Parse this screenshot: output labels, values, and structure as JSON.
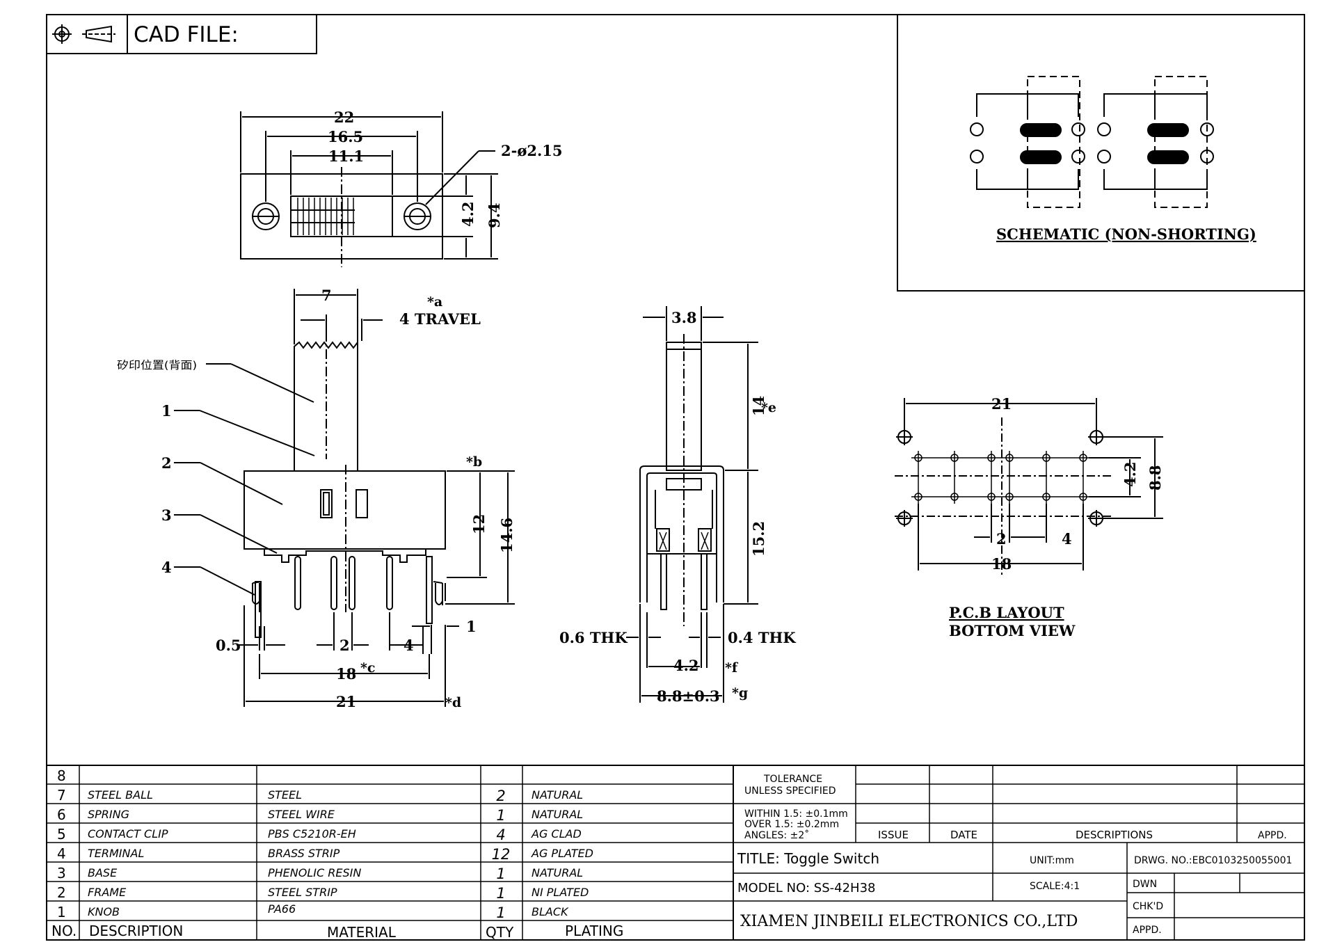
{
  "header": {
    "cad_file_label": "CAD FILE:"
  },
  "schematic": {
    "title": "SCHEMATIC (NON-SHORTING)"
  },
  "pcb": {
    "title_line1": "P.C.B LAYOUT",
    "title_line2": "BOTTOM VIEW"
  },
  "top_view": {
    "dim_22": "22",
    "dim_16_5": "16.5",
    "dim_11_1": "11.1",
    "dim_hole": "2-ø2.15",
    "dim_4_2": "4.2",
    "dim_9_4": "9.4"
  },
  "front_view": {
    "dim_7": "7",
    "note_a": "*a",
    "travel": "4 TRAVEL",
    "garbled_label": "矽印位置(背面)",
    "callouts": [
      "1",
      "2",
      "3",
      "4"
    ],
    "note_b": "*b",
    "dim_12": "12",
    "dim_14_6": "14.6",
    "dim_0_5": "0.5",
    "dim_2": "2",
    "dim_4": "4",
    "dim_1": "1",
    "dim_18": "18",
    "note_c": "*c",
    "dim_21": "21",
    "note_d": "*d"
  },
  "side_view": {
    "dim_3_8": "3.8",
    "dim_14": "14",
    "note_e": "*e",
    "dim_15_2": "15.2",
    "thk_left": "0.6 THK",
    "thk_right": "0.4 THK",
    "dim_4_2": "4.2",
    "note_f": "*f",
    "dim_8_8": "8.8±0.3",
    "note_g": "*g"
  },
  "pcb_dims": {
    "dim_21": "21",
    "dim_4_2": "4.2",
    "dim_8_8": "8.8",
    "dim_2": "2",
    "dim_4": "4",
    "dim_18": "18"
  },
  "bom": {
    "headers": {
      "no": "NO.",
      "description": "DESCRIPTION",
      "material": "MATERIAL",
      "qty": "QTY",
      "plating": "PLATING"
    },
    "rows": [
      {
        "no": "8",
        "description": "",
        "material": "",
        "qty": "",
        "plating": ""
      },
      {
        "no": "7",
        "description": "STEEL  BALL",
        "material": "STEEL",
        "qty": "2",
        "plating": "NATURAL"
      },
      {
        "no": "6",
        "description": "SPRING",
        "material": "STEEL  WIRE",
        "qty": "1",
        "plating": "NATURAL"
      },
      {
        "no": "5",
        "description": "CONTACT  CLIP",
        "material": "PBS  C5210R-EH",
        "qty": "4",
        "plating": "AG  CLAD"
      },
      {
        "no": "4",
        "description": "TERMINAL",
        "material": "BRASS  STRIP",
        "qty": "12",
        "plating": "AG  PLATED"
      },
      {
        "no": "3",
        "description": "BASE",
        "material": "PHENOLIC  RESIN",
        "qty": "1",
        "plating": "NATURAL"
      },
      {
        "no": "2",
        "description": "FRAME",
        "material": "STEEL  STRIP",
        "qty": "1",
        "plating": "NI  PLATED"
      },
      {
        "no": "1",
        "description": "KNOB",
        "material": "PA66",
        "qty": "1",
        "plating": "BLACK"
      }
    ]
  },
  "title_block": {
    "tolerance_1": "TOLERANCE",
    "tolerance_2": "UNLESS  SPECIFIED",
    "within": "WITHIN  1.5: ±0.1mm",
    "over": "OVER  1.5:  ±0.2mm",
    "angles": "ANGLES: ±2˚",
    "issue": "ISSUE",
    "date": "DATE",
    "descriptions": "DESCRIPTIONS",
    "appd_header": "APPD.",
    "title": "TITLE: Toggle  Switch",
    "unit": "UNIT:mm",
    "drwg_no": "DRWG.  NO.:EBC0103250055001",
    "model": "MODEL  NO: SS-42H38",
    "scale": "SCALE:4:1",
    "dwn": "DWN",
    "chkd": "CHK'D",
    "appd": "APPD.",
    "company": "XIAMEN JINBEILI ELECTRONICS CO.,LTD"
  }
}
